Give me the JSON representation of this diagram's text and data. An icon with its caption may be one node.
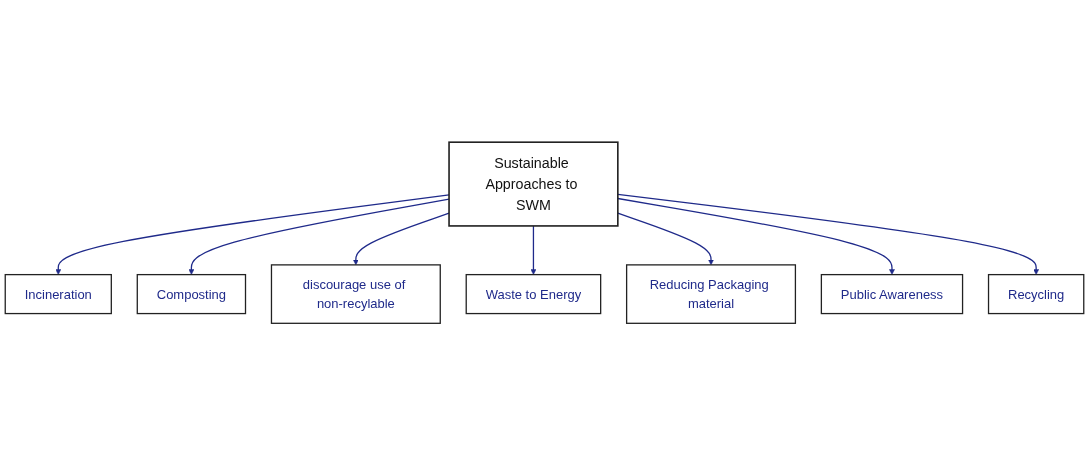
{
  "diagram": {
    "nodes": [
      {
        "text": [
          "Incineration"
        ]
      },
      {
        "text": [
          "Composting"
        ]
      },
      {
        "text": [
          "discourage use of non-recylable"
        ]
      },
      {
        "text": [
          "Waste to Energy"
        ]
      },
      {
        "text": [
          "Sustainable Approaches to SWM"
        ]
      },
      {
        "text": [
          "Reducing Packaging material"
        ]
      },
      {
        "text": [
          "Public Awareness"
        ]
      },
      {
        "text": [
          "Recycling"
        ]
      }
    ],
    "edges": [
      {
        "from": 4,
        "to": 0,
        "arrow": "to"
      },
      {
        "from": 4,
        "to": 1,
        "arrow": "to"
      },
      {
        "from": 4,
        "to": 2,
        "arrow": "to"
      },
      {
        "from": 4,
        "to": 3,
        "arrow": "to"
      },
      {
        "from": 4,
        "to": 5,
        "arrow": "to"
      },
      {
        "from": 4,
        "to": 6,
        "arrow": "to"
      },
      {
        "from": 4,
        "to": 7,
        "arrow": "to"
      }
    ]
  }
}
